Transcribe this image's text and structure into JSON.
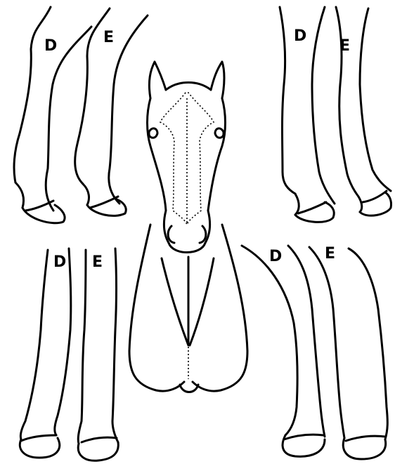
{
  "labels": {
    "front_left_d": "D",
    "front_left_e": "E",
    "front_right_d": "D",
    "front_right_e": "E",
    "hind_left_d": "D",
    "hind_left_e": "E",
    "hind_right_d": "D",
    "hind_right_e": "E"
  }
}
